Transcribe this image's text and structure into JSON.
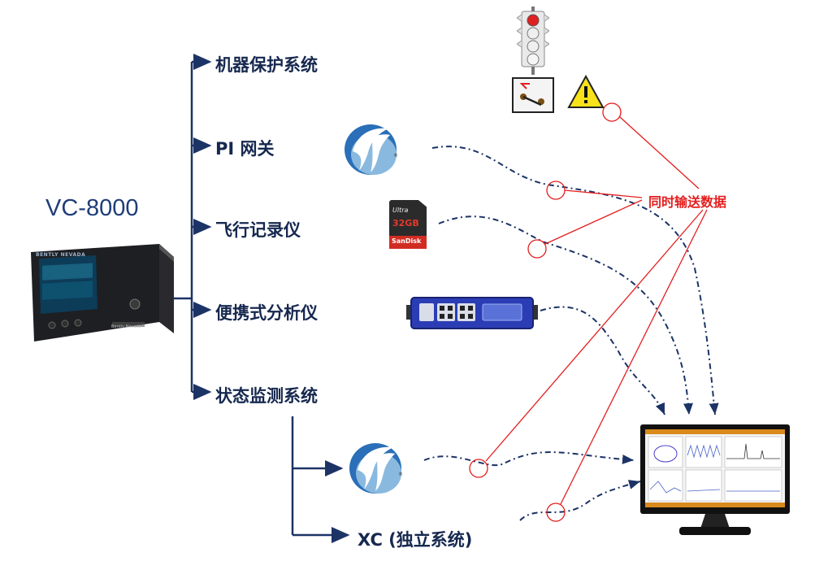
{
  "device": {
    "model": "VC-8000",
    "brand_text": "BENTLY NEVADA",
    "footer_text": "Bently Nevada"
  },
  "branches": [
    "机器保护系统",
    "PI 网关",
    "飞行记录仪",
    "便携式分析仪",
    "状态监测系统"
  ],
  "sub_branches": [
    "XC (独立系统)"
  ],
  "highlight_label": "同时输送数据",
  "sd_card": {
    "line1": "Ultra",
    "line2": "SanDisk",
    "capacity": "32GB"
  },
  "colors": {
    "navy": "#1c3366",
    "red": "#e41e1e",
    "title": "#1f3d78"
  },
  "icons": [
    "pi-logo-icon",
    "sd-card-icon",
    "analyzer-icon",
    "traffic-light-icon",
    "switch-icon",
    "warning-icon",
    "monitor-icon"
  ]
}
